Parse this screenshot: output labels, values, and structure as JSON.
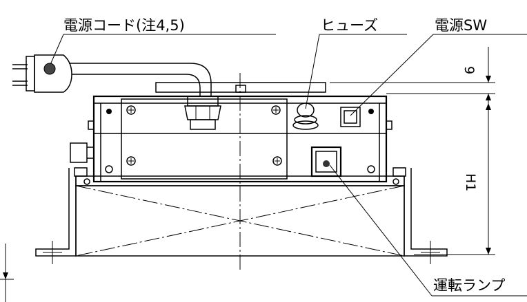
{
  "labels": {
    "power_cord": "電源コード(注4,5)",
    "fuse": "ヒューズ",
    "power_switch": "電源SW",
    "run_lamp": "運転ランプ"
  },
  "dimensions": {
    "top_gap": "9",
    "height": "H1"
  }
}
